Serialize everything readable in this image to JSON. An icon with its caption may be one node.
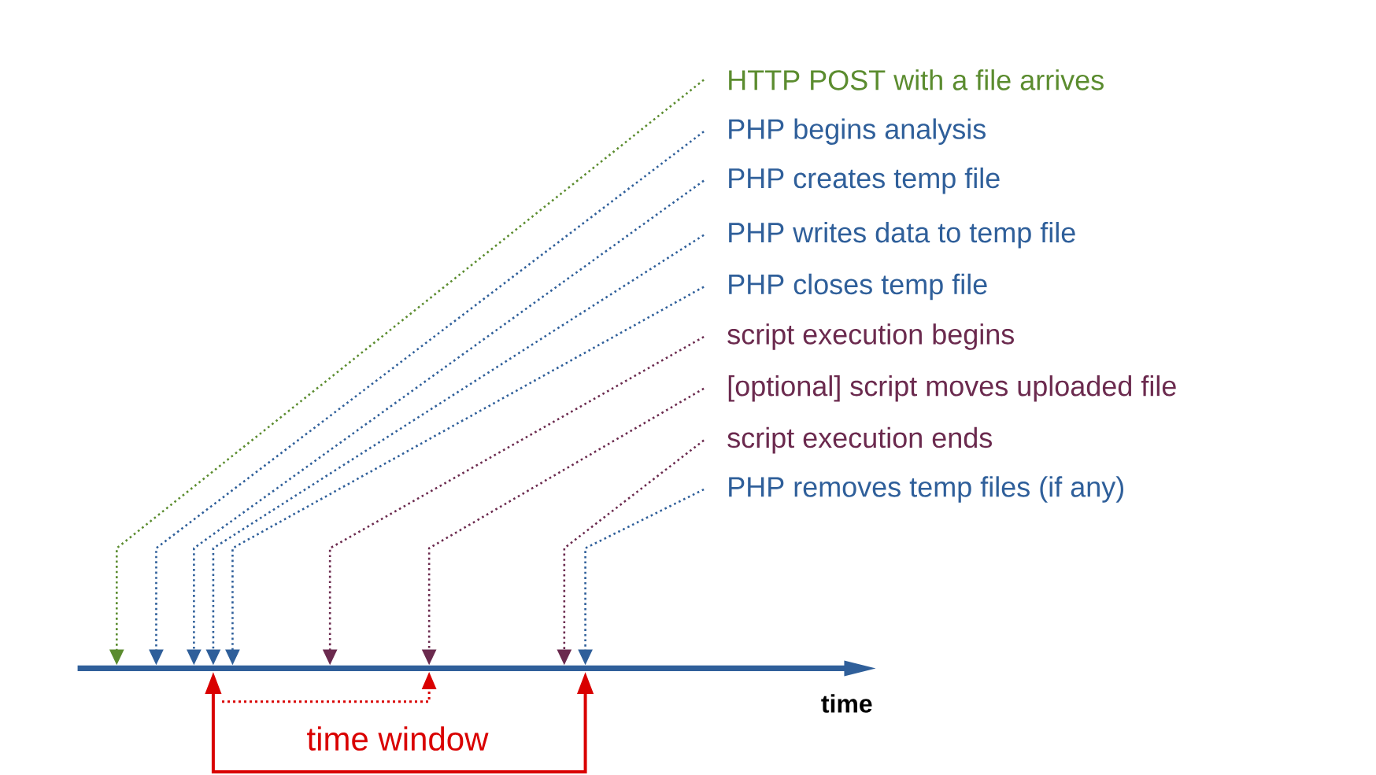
{
  "diagram": {
    "nodes": [
      {
        "text": [
          "HTTP POST with a file arrives"
        ]
      },
      {
        "text": [
          "PHP begins analysis"
        ]
      },
      {
        "text": [
          "PHP creates temp file"
        ]
      },
      {
        "text": [
          "PHP writes data to temp file"
        ]
      },
      {
        "text": [
          "PHP closes temp file"
        ]
      },
      {
        "text": [
          "script execution begins"
        ]
      },
      {
        "text": [
          "[optional] script moves uploaded file"
        ]
      },
      {
        "text": [
          "script execution ends"
        ]
      },
      {
        "text": [
          "PHP removes temp files (if any)"
        ]
      },
      {
        "text": [],
        "shape": "line"
      }
    ],
    "edges": [
      {
        "from": 0,
        "to": 9,
        "arrow": "to",
        "color": "#5b8c2f"
      },
      {
        "from": 1,
        "to": 9,
        "arrow": "to"
      },
      {
        "from": 2,
        "to": 9,
        "arrow": "to"
      },
      {
        "from": 3,
        "to": 9,
        "arrow": "to"
      },
      {
        "from": 4,
        "to": 9,
        "arrow": "to"
      },
      {
        "from": 5,
        "to": 9,
        "arrow": "to",
        "color": "#6b2a4e"
      },
      {
        "from": 6,
        "to": 9,
        "arrow": "to",
        "color": "#6b2a4e"
      },
      {
        "from": 7,
        "to": 9,
        "arrow": "to",
        "color": "#6b2a4e"
      },
      {
        "from": 8,
        "to": 9,
        "arrow": "to"
      }
    ],
    "labels": [
      "time",
      "time window"
    ]
  }
}
